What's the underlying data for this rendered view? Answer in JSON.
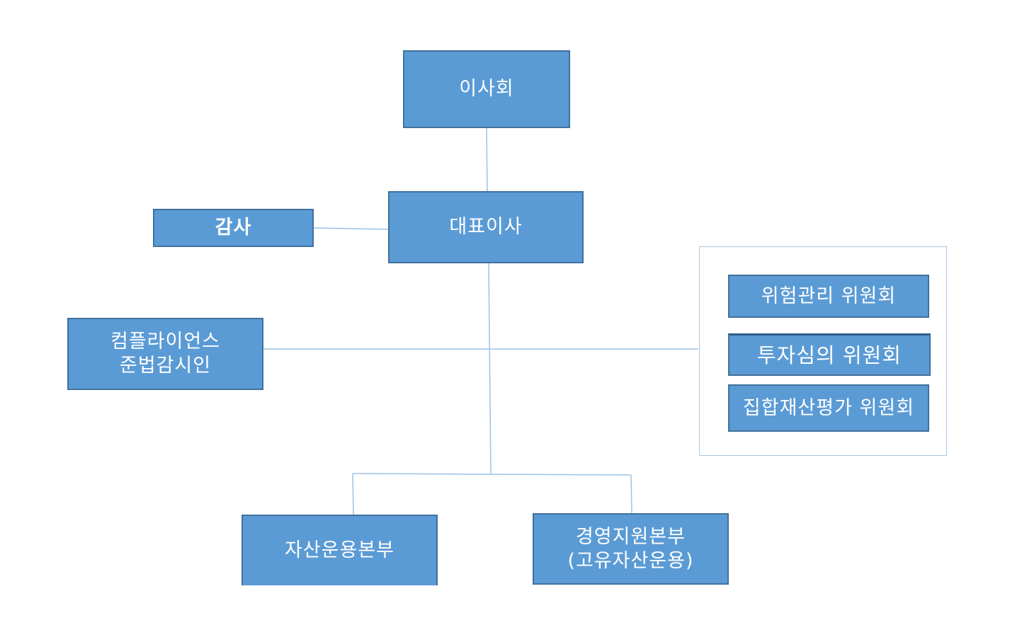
{
  "colors": {
    "box_fill": "#5b9bd5",
    "box_border": "#41719c",
    "box_text": "#ffffff",
    "connector": "#9dc3e6",
    "frame": "#a9c7e2"
  },
  "org": {
    "board": "이사회",
    "ceo": "대표이사",
    "audit": "감사",
    "compliance": {
      "line1": "컴플라이언스",
      "line2": "준법감시인"
    },
    "committees": {
      "risk": "위험관리 위원회",
      "investment": "투자심의 위원회",
      "valuation": "집합재산평가 위원회"
    },
    "asset_mgmt": "자산운용본부",
    "mgmt_support": {
      "line1": "경영지원본부",
      "line2": "(고유자산운용)"
    }
  }
}
